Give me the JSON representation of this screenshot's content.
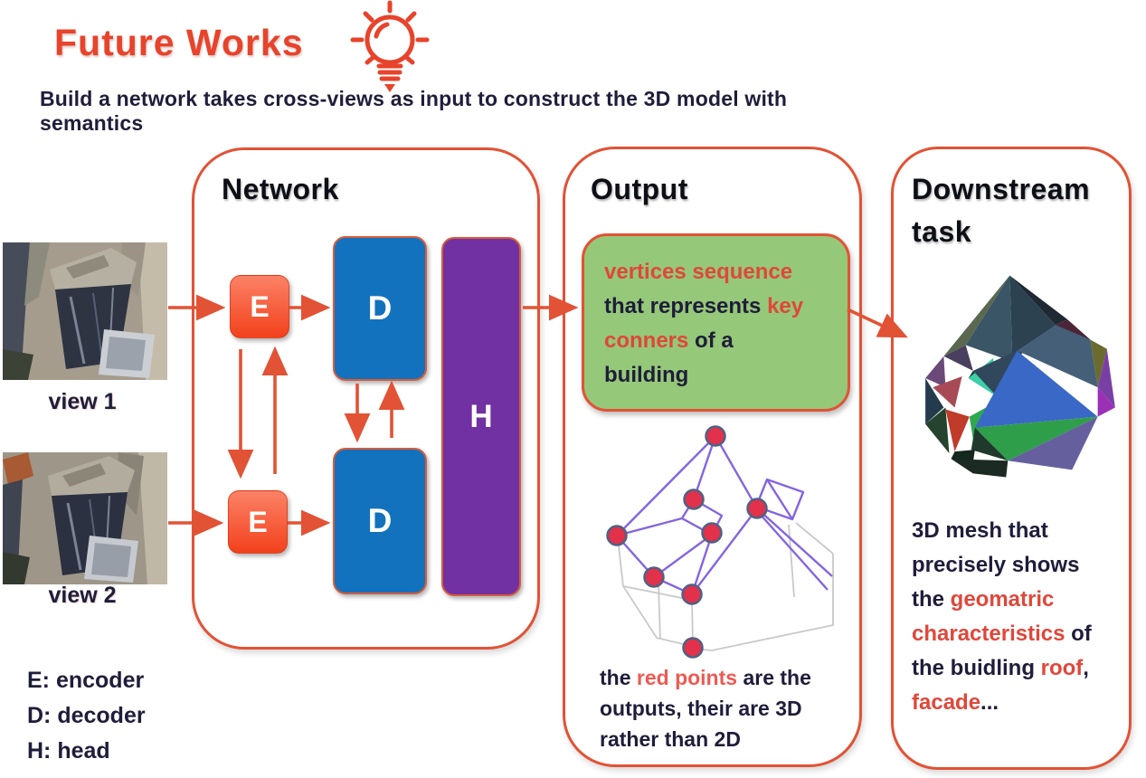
{
  "slide": {
    "title": "Future Works",
    "title_icon": "lightbulb-idea-icon",
    "subtitle": "Build a network takes cross-views as input to construct the 3D model with semantics"
  },
  "inputs": {
    "view1_label": "view 1",
    "view2_label": "view 2"
  },
  "network": {
    "title": "Network",
    "encoder1": "E",
    "encoder2": "E",
    "decoder1": "D",
    "decoder2": "D",
    "head": "H"
  },
  "output": {
    "title": "Output",
    "green_note": [
      {
        "t": "vertices sequence\n",
        "c": "red"
      },
      {
        "t": "that represents ",
        "c": "dark"
      },
      {
        "t": "key\nconners",
        "c": "red"
      },
      {
        "t": " of a\nbuilding",
        "c": "dark"
      }
    ],
    "points_note": [
      {
        "t": "the ",
        "c": "dark"
      },
      {
        "t": "red points",
        "c": "pink"
      },
      {
        "t": " are the\noutputs, their are 3D\nrather than 2D",
        "c": "dark"
      }
    ]
  },
  "downstream": {
    "title": "Downstream task",
    "note": [
      {
        "t": "3D mesh that\nprecisely shows\nthe ",
        "c": "dark"
      },
      {
        "t": "geomatric\ncharacteristics",
        "c": "red"
      },
      {
        "t": " of\nthe buidling ",
        "c": "dark"
      },
      {
        "t": "roof",
        "c": "red"
      },
      {
        "t": ",\n",
        "c": "dark"
      },
      {
        "t": "facade",
        "c": "red"
      },
      {
        "t": "...",
        "c": "dark"
      }
    ]
  },
  "legend": {
    "items": [
      "E: encoder",
      "D: decoder",
      "H: head"
    ]
  },
  "colors": {
    "accent_red": "#E8432B",
    "line_red": "#E25235",
    "dark_text": "#1F1D3A",
    "encoder_orange": "#F3411C",
    "decoder_blue": "#1272BD",
    "head_purple": "#7231A2",
    "green_box": "#95C878",
    "wireframe_purple": "#8465E0",
    "point_red": "#E1314B"
  }
}
